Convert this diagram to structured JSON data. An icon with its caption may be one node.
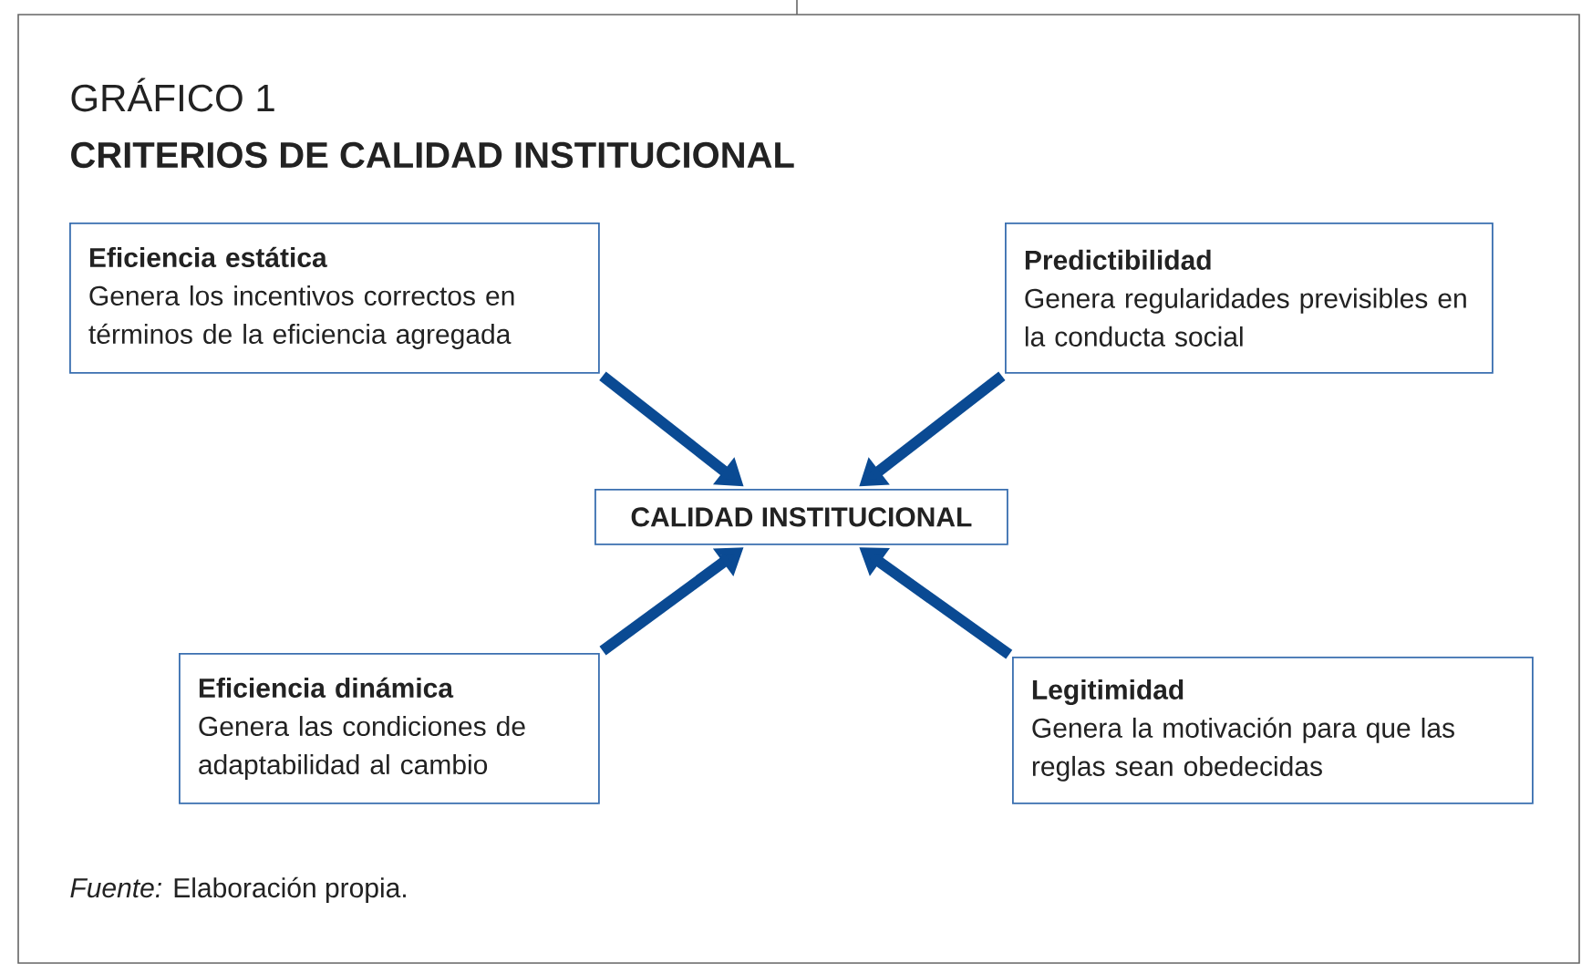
{
  "diagram": {
    "title": "CRITERIOS DE CALIDAD INSTITUCIONAL",
    "caption": "*Fuente:* Elaboración propia.",
    "labels": [
      "GRÁFICO 1"
    ],
    "nodes": [
      {
        "text": [
          "Eficiencia estática",
          "Genera los incentivos correctos en términos de la eficiencia agregada"
        ]
      },
      {
        "text": [
          "Predictibilidad",
          "Genera regularidades previsibles en la conducta social"
        ]
      },
      {
        "text": [
          "CALIDAD INSTITUCIONAL"
        ]
      },
      {
        "text": [
          "Eficiencia dinámica",
          "Genera las condiciones de adaptabilidad al cambio"
        ]
      },
      {
        "text": [
          "Legitimidad",
          "Genera la motivación para que las reglas sean obedecidas"
        ]
      }
    ],
    "edges": [
      {
        "from": 0,
        "to": 2,
        "arrow": "to"
      },
      {
        "from": 1,
        "to": 2,
        "arrow": "to"
      },
      {
        "from": 3,
        "to": 2,
        "arrow": "to"
      },
      {
        "from": 4,
        "to": 2,
        "arrow": "to"
      }
    ]
  }
}
